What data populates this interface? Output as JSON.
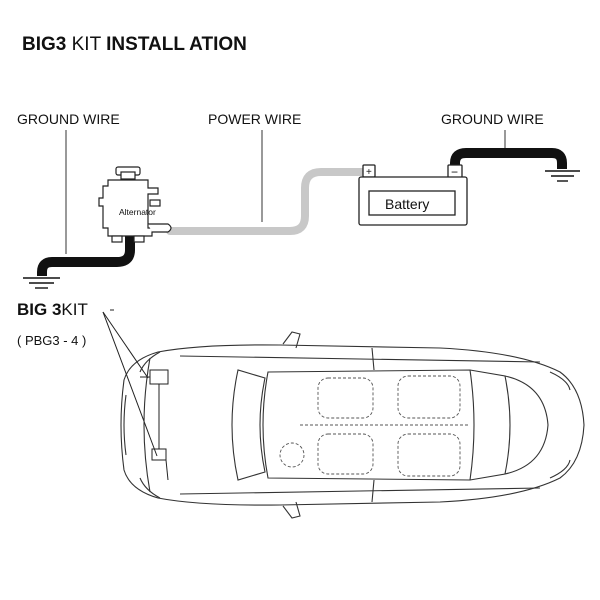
{
  "title": {
    "prefix": "BIG3",
    "middle": " KIT ",
    "suffix": "INSTALL ATION"
  },
  "labels": {
    "ground_wire_left": "GROUND WIRE",
    "power_wire": "POWER WIRE",
    "ground_wire_right": "GROUND WIRE",
    "alternator": "Alternator",
    "battery": "Battery",
    "battery_positive": "+",
    "battery_negative": "−"
  },
  "kit": {
    "name_bold": "BIG 3",
    "name_light": "KIT",
    "model": "( PBG3 - 4 )"
  },
  "colors": {
    "ground_wire": "#111111",
    "power_wire": "#c8c8c8",
    "outline": "#222222"
  }
}
